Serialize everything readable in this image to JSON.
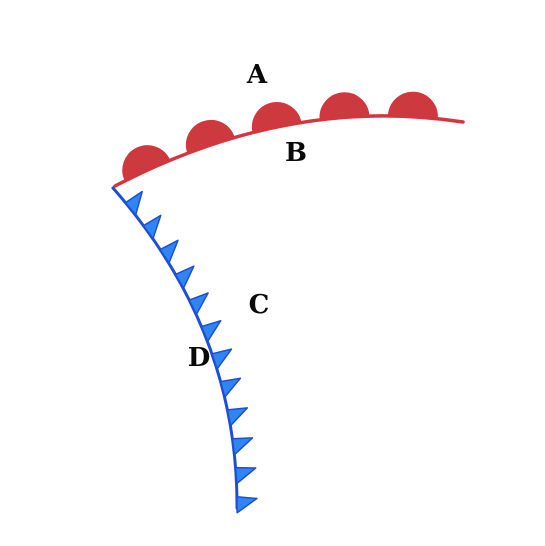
{
  "labels": {
    "a": "A",
    "b": "B",
    "c": "C",
    "d": "D"
  },
  "colors": {
    "warm_front": "#d5353c",
    "warm_fill": "#cc3a40",
    "cold_front": "#1d4fd6",
    "cold_fill": "#2f86f2",
    "label": "#0a0a0a"
  },
  "symbols": {
    "warm_front": "semicircles",
    "cold_front": "triangles"
  },
  "counts": {
    "semicircles": 5,
    "triangles": 12
  }
}
